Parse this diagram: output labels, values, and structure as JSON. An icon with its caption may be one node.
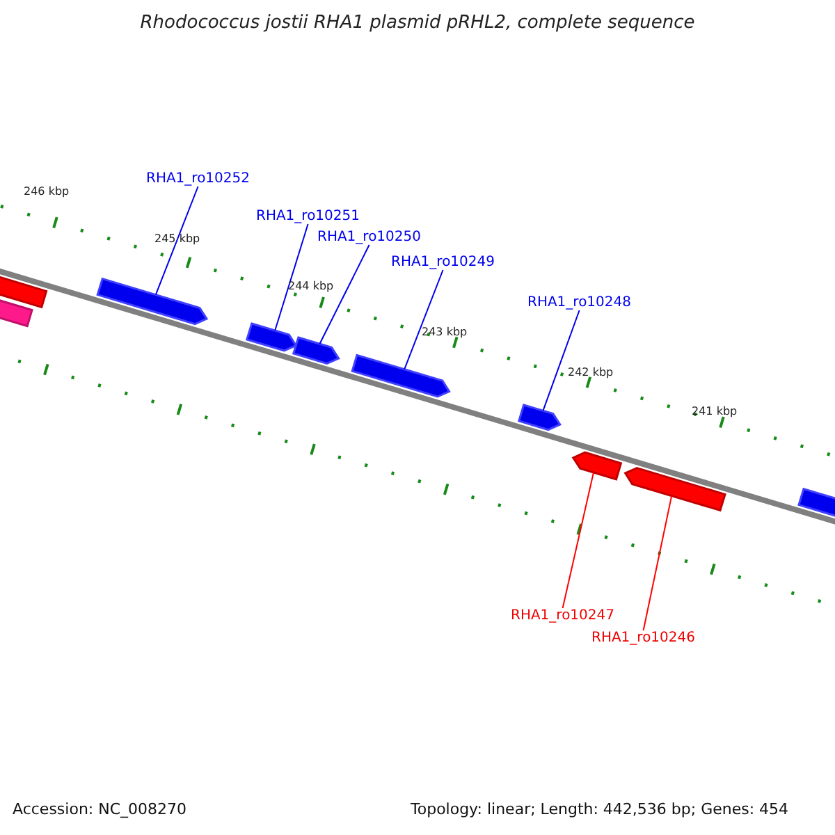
{
  "diagram": {
    "title": "Rhodococcus jostii RHA1 plasmid pRHL2, complete sequence",
    "nodes": [
      {
        "text": [
          "RHA1_ro10252"
        ]
      },
      {
        "text": [
          "RHA1_ro10251"
        ]
      },
      {
        "text": [
          "RHA1_ro10250"
        ]
      },
      {
        "text": [
          "RHA1_ro10249"
        ]
      },
      {
        "text": [
          "RHA1_ro10248"
        ]
      },
      {
        "text": [
          "RHA1_ro10247"
        ]
      },
      {
        "text": [
          "RHA1_ro10246"
        ]
      },
      {
        "text": [],
        "shape": "bar"
      },
      {
        "text": [],
        "shape": "bar"
      },
      {
        "text": [],
        "shape": "bar"
      },
      {
        "text": [],
        "shape": "bar"
      },
      {
        "text": [],
        "shape": "bar"
      },
      {
        "text": [],
        "shape": "bar"
      },
      {
        "text": [],
        "shape": "bar"
      },
      {
        "text": [],
        "shape": "bar"
      },
      {
        "text": [],
        "shape": "bar"
      },
      {
        "text": [],
        "shape": "bar"
      }
    ],
    "edges": [
      {
        "from": 0,
        "to": 9,
        "arrow": "none"
      },
      {
        "from": 1,
        "to": 10,
        "arrow": "none"
      },
      {
        "from": 2,
        "to": 11,
        "arrow": "none"
      },
      {
        "from": 3,
        "to": 12,
        "arrow": "none"
      },
      {
        "from": 4,
        "to": 13,
        "arrow": "none"
      },
      {
        "from": 5,
        "to": 14,
        "arrow": "none",
        "color": "#ff0000"
      },
      {
        "from": 6,
        "to": 15,
        "arrow": "none",
        "color": "#ff0000"
      }
    ],
    "labels": [
      "246 kbp",
      "245 kbp",
      "244 kbp",
      "243 kbp",
      "242 kbp",
      "241 kbp",
      "Accession: NC_008270",
      "Topology: linear; Length: 442,536 bp; Genes: 454"
    ]
  }
}
